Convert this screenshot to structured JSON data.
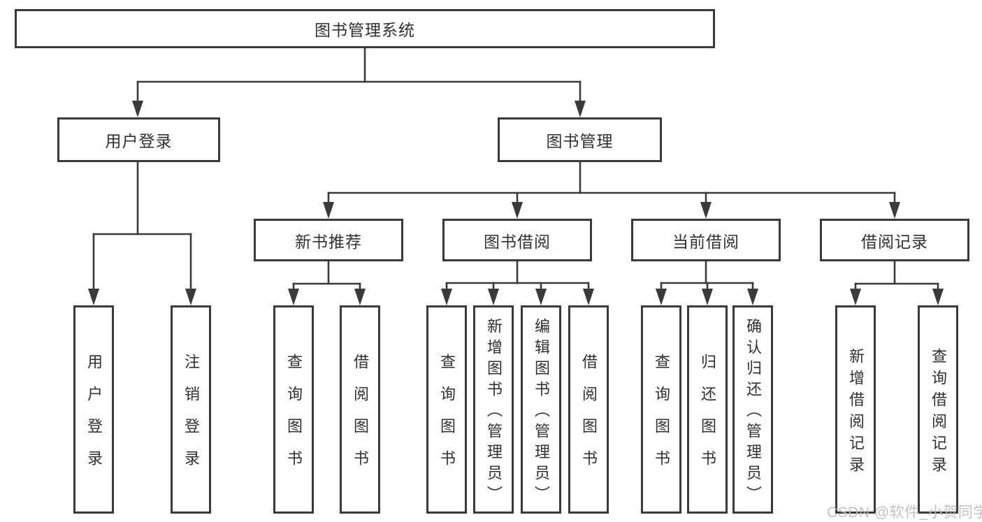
{
  "tree": {
    "root": "图书管理系统",
    "children": [
      {
        "label": "用户登录",
        "children": [
          "用户登录",
          "注销登录"
        ]
      },
      {
        "label": "图书管理",
        "children": [
          {
            "label": "新书推荐",
            "children": [
              "查询图书",
              "借阅图书"
            ]
          },
          {
            "label": "图书借阅",
            "children": [
              "查询图书",
              "新增图书（管理员）",
              "编辑图书（管理员）",
              "借阅图书"
            ]
          },
          {
            "label": "当前借阅",
            "children": [
              "查询图书",
              "归还图书",
              "确认归还（管理员）"
            ]
          },
          {
            "label": "借阅记录",
            "children": [
              "新增借阅记录",
              "查询借阅记录"
            ]
          }
        ]
      }
    ]
  },
  "watermark": {
    "text": "CSDN @软件_小贺同学"
  },
  "colors": {
    "line": "#3a3a3a",
    "text": "#303030",
    "watermark": "#b9bdc1",
    "background": "#ffffff"
  }
}
